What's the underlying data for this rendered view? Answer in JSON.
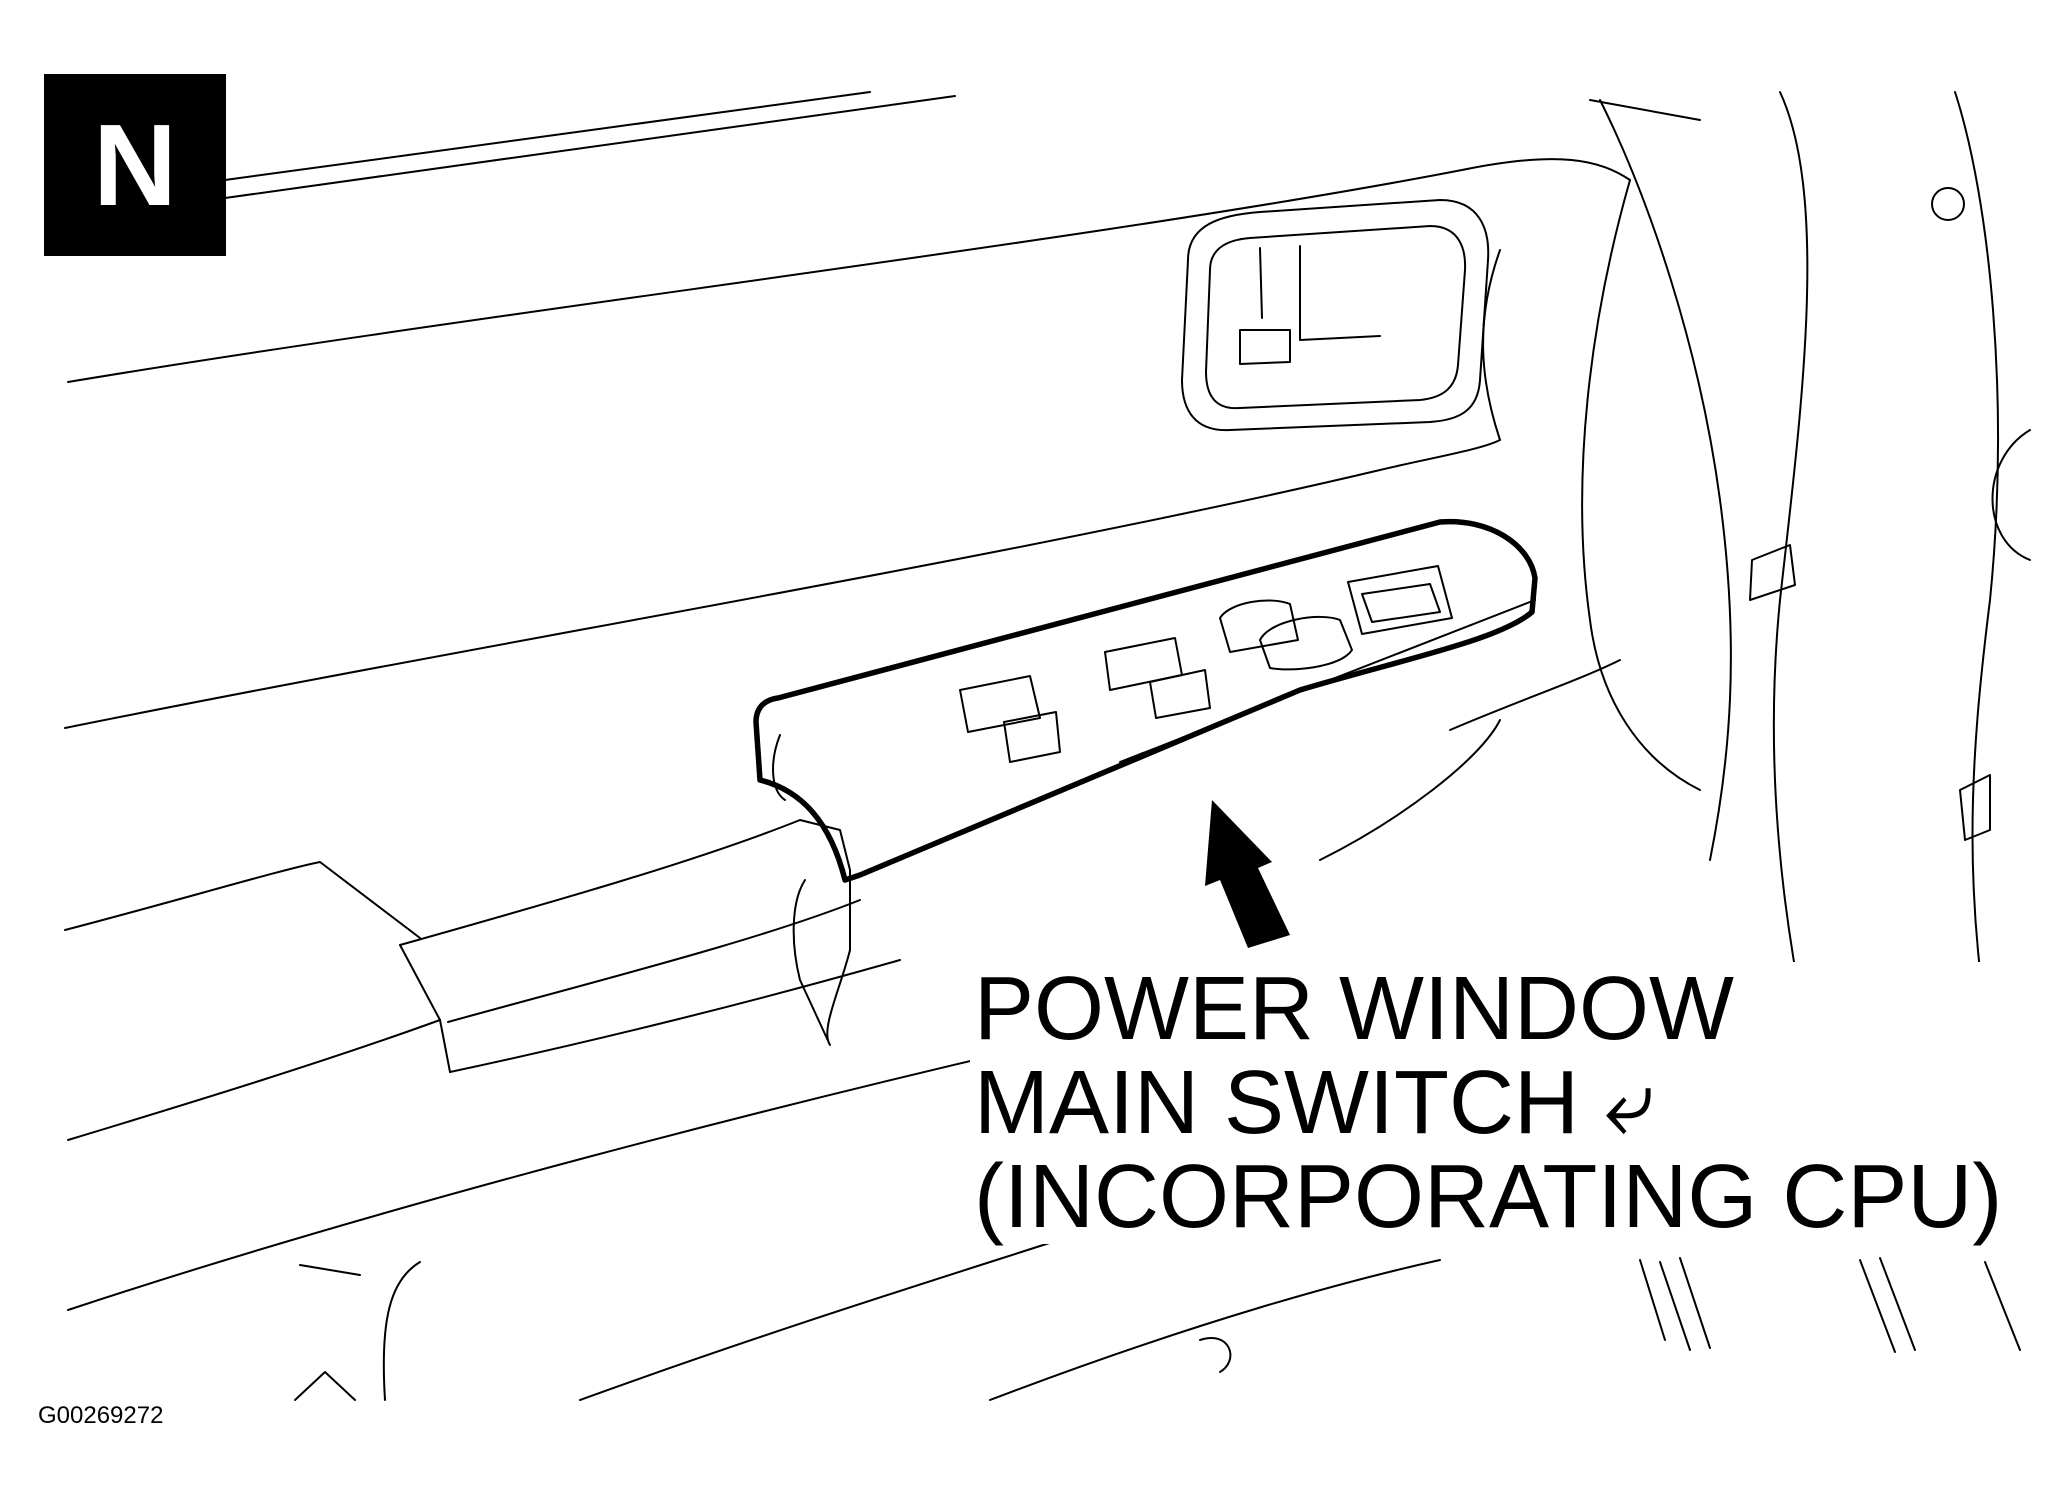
{
  "figure": {
    "badge_letter": "N",
    "callout_lines": [
      "POWER WINDOW",
      "MAIN SWITCH ⤶",
      "(INCORPORATING CPU)"
    ],
    "figure_id": "G00269272"
  },
  "icons": {
    "arrow": "up-arrow-icon",
    "callout_mark": "swoosh-mark-icon"
  }
}
